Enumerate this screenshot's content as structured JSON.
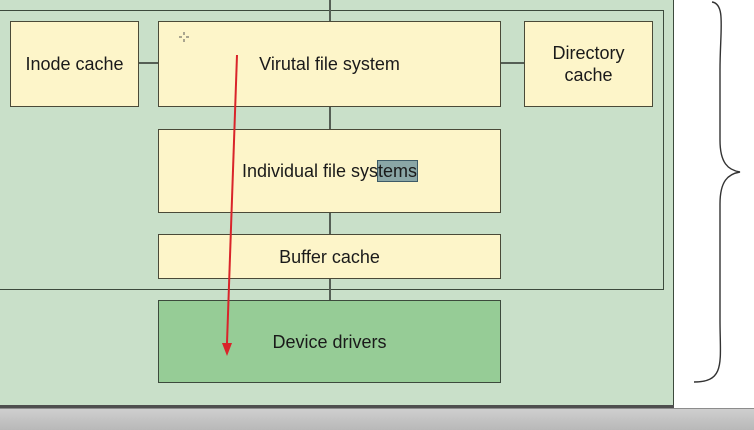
{
  "diagram": {
    "boxes": {
      "inode_cache": "Inode cache",
      "vfs": "Virutal file system",
      "directory_cache": "Directory\ncache",
      "individual_fs_prefix": "Individual file sys",
      "individual_fs_highlight": "tems",
      "buffer_cache": "Buffer cache",
      "device_drivers": "Device drivers"
    },
    "colors": {
      "panel": "#c9e0c9",
      "box": "#fdf5c9",
      "device_drivers": "#96cc96",
      "arrow": "#d9242a",
      "text_highlight": "#8aa6a6"
    },
    "icons": {
      "cursor": "move-cursor-icon",
      "arrow": "red-arrow-annotation",
      "brace": "right-curly-brace"
    }
  }
}
